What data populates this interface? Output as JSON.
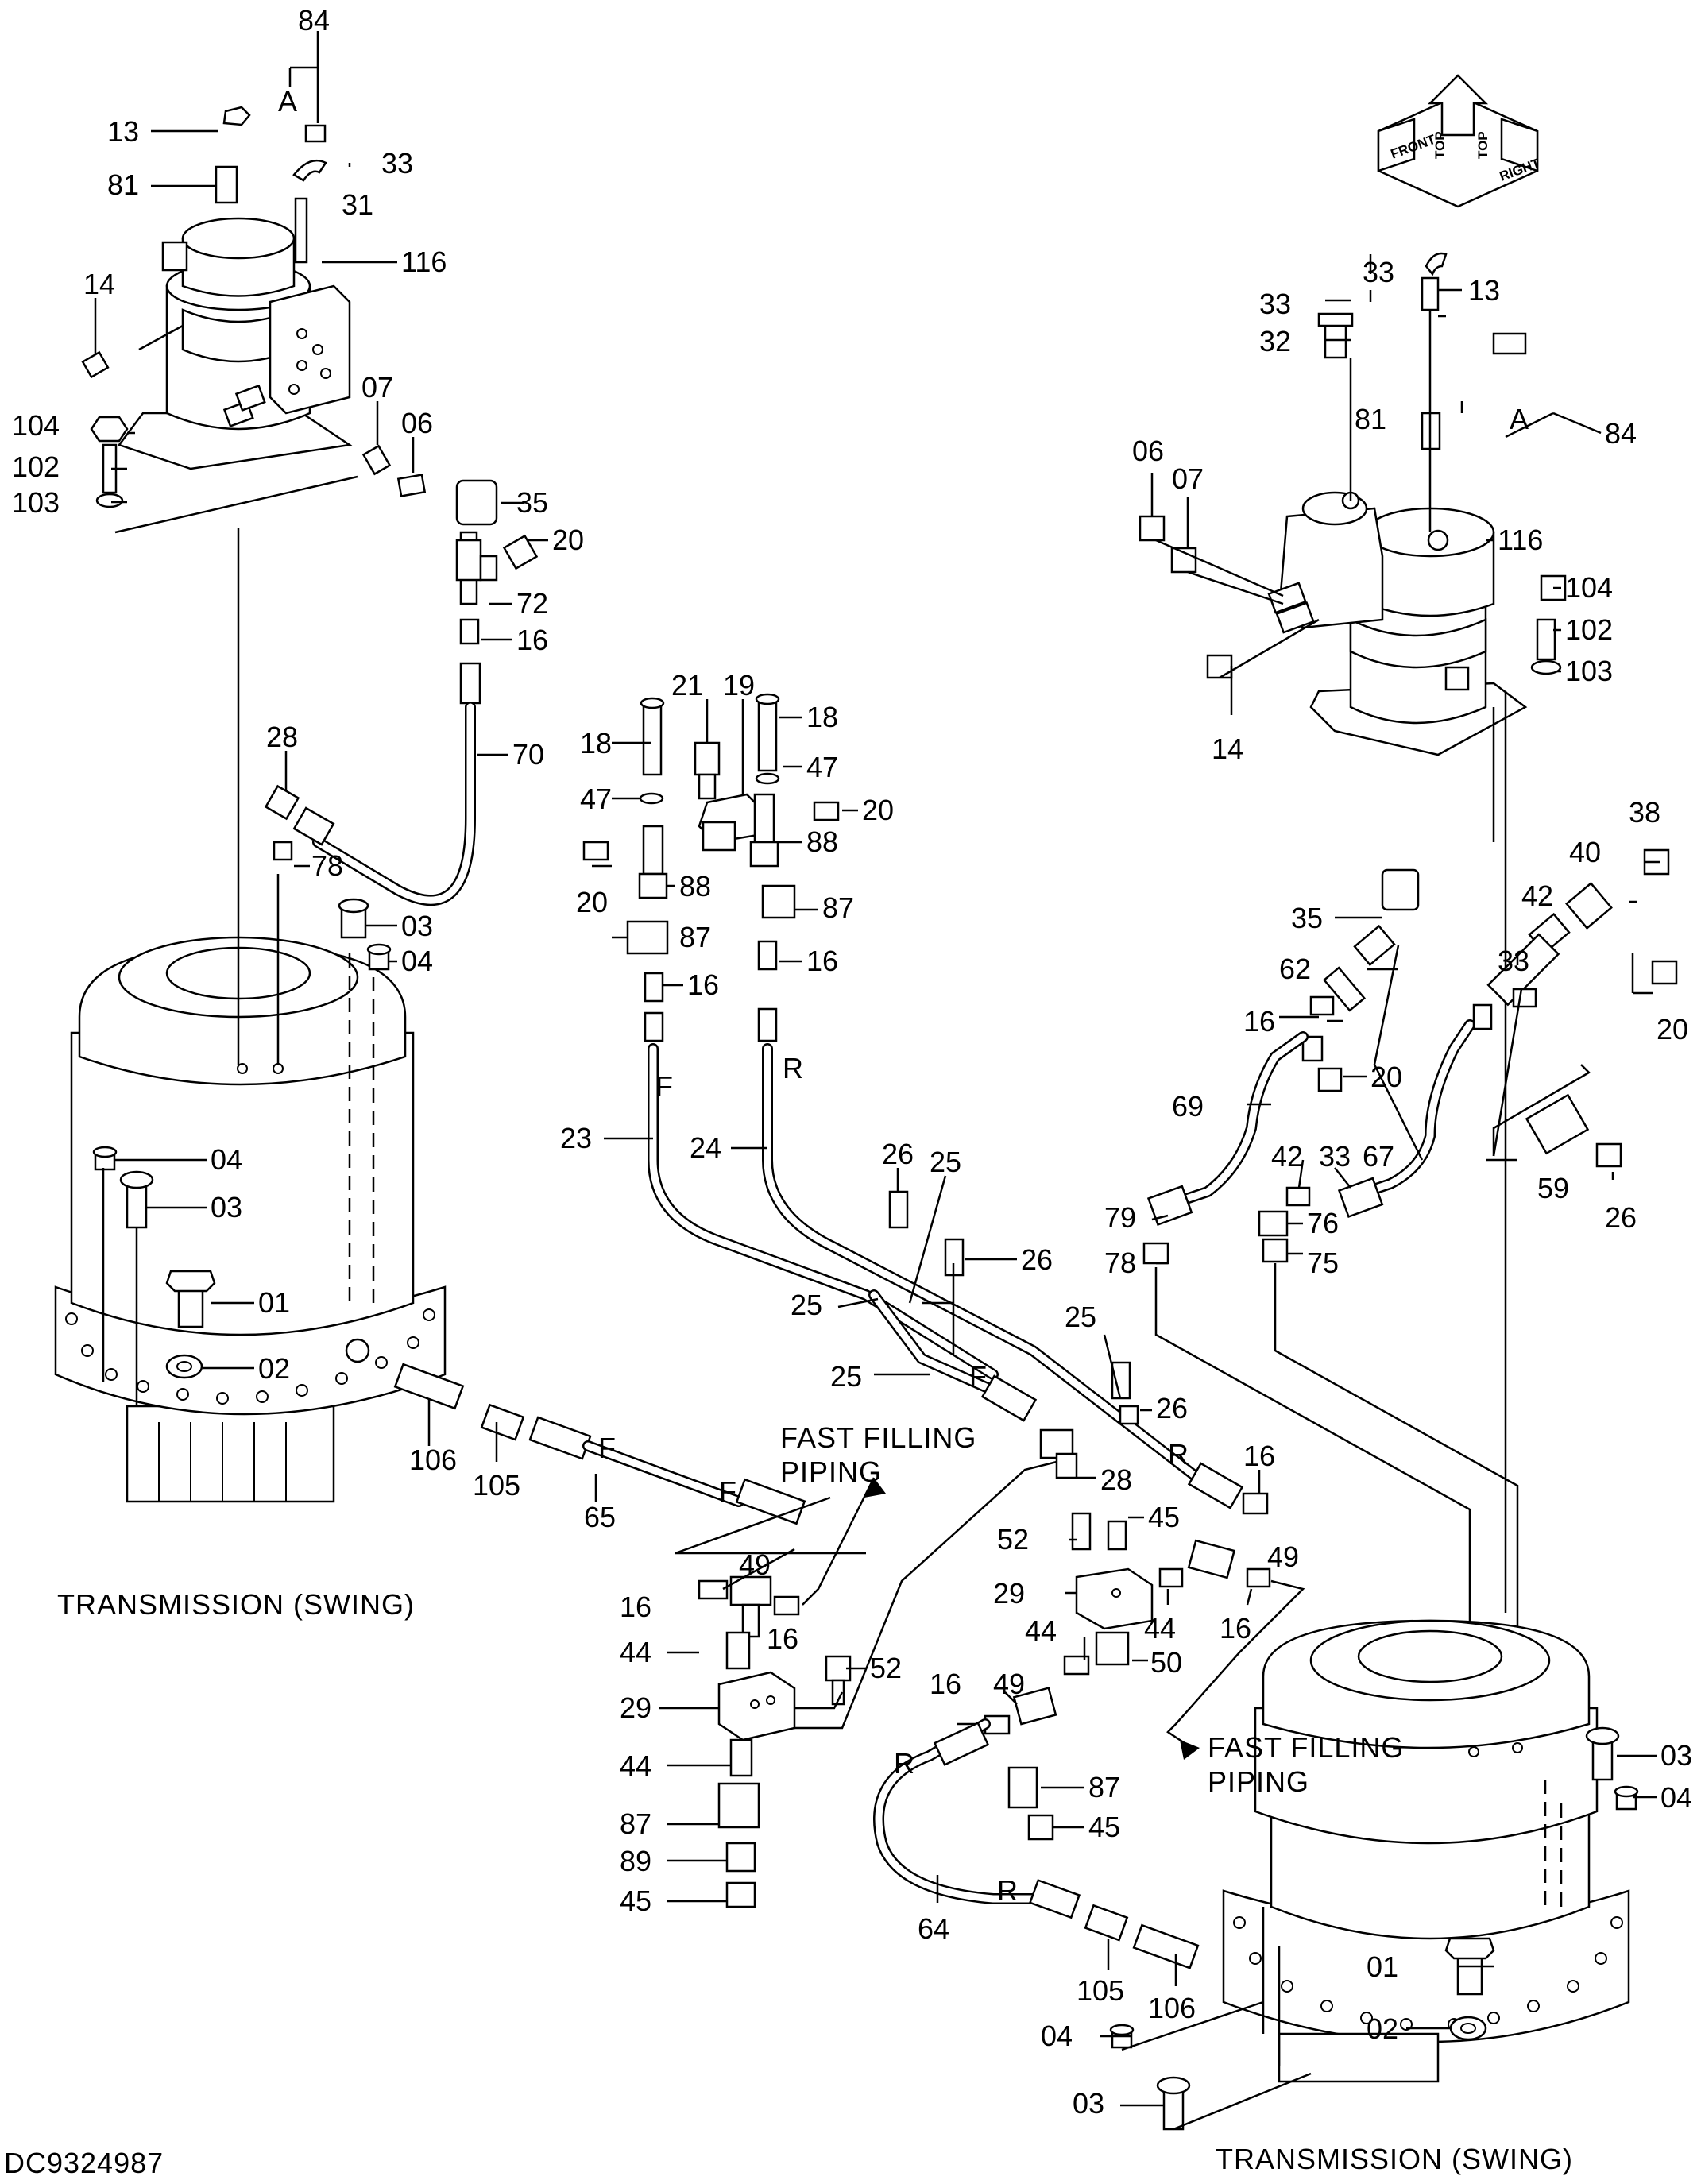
{
  "diagram": {
    "drawing_number": "DC9324987",
    "captions": {
      "transmission_left": "TRANSMISSION  (SWING)",
      "transmission_right": "TRANSMISSION  (SWING)",
      "fast_filling_1_line1": "FAST  FILLING",
      "fast_filling_1_line2": "PIPING",
      "fast_filling_2_line1": "FAST  FILLING",
      "fast_filling_2_line2": "PIPING"
    },
    "orientation_box": {
      "front": "FRONT",
      "top": "TOP",
      "right": "RIGHT"
    },
    "view_marks": {
      "a_left": "A",
      "a_right": "A"
    },
    "hose_marks": {
      "f": "F",
      "r": "R"
    },
    "callouts": {
      "c84": "84",
      "c13": "13",
      "c81": "81",
      "c33": "33",
      "c31": "31",
      "c116": "116",
      "c14": "14",
      "c104": "104",
      "c102": "102",
      "c103": "103",
      "c07": "07",
      "c06": "06",
      "c35": "35",
      "c20": "20",
      "c72": "72",
      "c16": "16",
      "c70": "70",
      "c28": "28",
      "c78": "78",
      "c03": "03",
      "c04": "04",
      "c01": "01",
      "c02": "02",
      "c106": "106",
      "c105": "105",
      "c65": "65",
      "c21": "21",
      "c19": "19",
      "c18": "18",
      "c47": "47",
      "c88": "88",
      "c87": "87",
      "c23": "23",
      "c24": "24",
      "c26": "26",
      "c25": "25",
      "c52": "52",
      "c45": "45",
      "c49": "49",
      "c29": "29",
      "c44": "44",
      "c50": "50",
      "c89": "89",
      "c64": "64",
      "c32": "32",
      "c38": "38",
      "c40": "40",
      "c42": "42",
      "c62": "62",
      "c69": "69",
      "c67": "67",
      "c59": "59",
      "c79": "79",
      "c76": "76",
      "c75": "75"
    }
  }
}
